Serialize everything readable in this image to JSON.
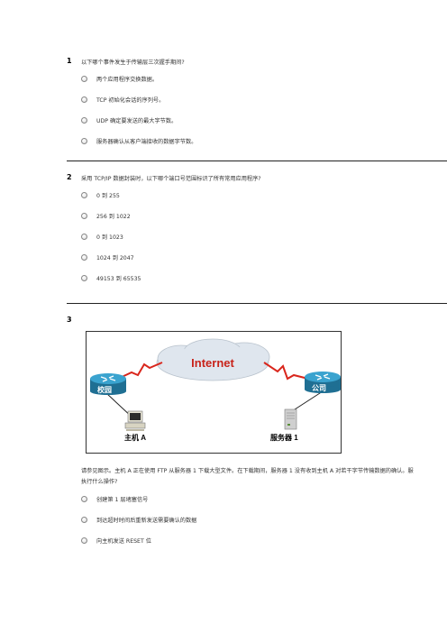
{
  "q1": {
    "number": "1",
    "text": "以下哪个事件发生于传输层三次握手期间?",
    "options": [
      "两个应用程序交换数据。",
      "TCP  初始化会话的序列号。",
      "UDP  确定要发送的最大字节数。",
      "服务器确认从客户端接收的数据字节数。"
    ]
  },
  "q2": {
    "number": "2",
    "text": "采用  TCP/IP  数据封装时，以下哪个端口号范围标识了所有常用应用程序?",
    "options": [
      "0  到  255",
      "256  到  1022",
      "0  到  1023",
      "1024  到  2047",
      "49153  到  65535"
    ]
  },
  "q3": {
    "number": "3",
    "diagram": {
      "internet_label": "Internet",
      "router_left_label": "校园",
      "router_right_label": "公司",
      "host_label": "主机 A",
      "server_label": "服务器 1",
      "colors": {
        "cloud": "#dfe6ee",
        "router": "#2f8fb8",
        "link": "#d9261c",
        "internet_text": "#c8231a"
      }
    },
    "text_line1": "请参见图示。主机  A  正在使用  FTP  从服务器  1  下载大型文件。在下载期间，服务器  1  没有收到主机  A  对若干字节传输数据的确认。服",
    "text_line2": "执行什么操作?",
    "options": [
      "创建第  1  层堵塞信号",
      "到达超时时间后重新发送需要确认的数据",
      "向主机发送  RESET  位"
    ]
  }
}
